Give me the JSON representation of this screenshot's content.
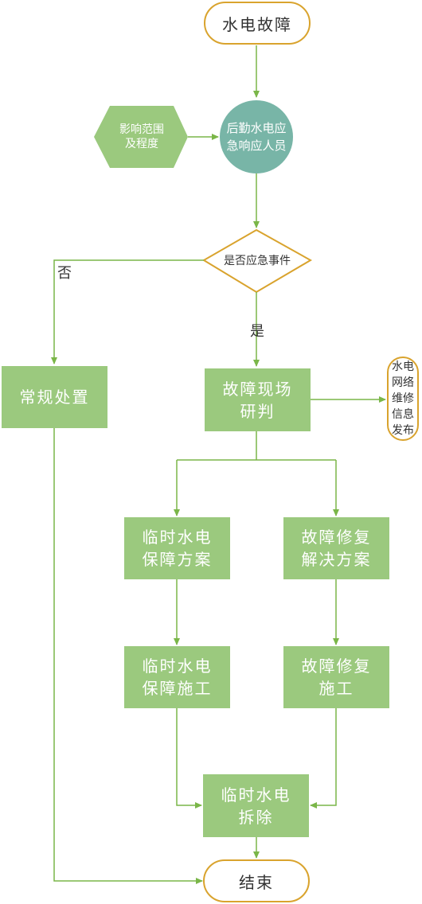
{
  "nodes": {
    "start": "水电故障",
    "scope": "影响范围及程度",
    "responders": "后勤水电应急响应人员",
    "decision": "是否应急事件",
    "routine": "常规处置",
    "assess": "故障现场研判",
    "publish": "水电网络维修信息发布",
    "temp_plan": "临时水电保障方案",
    "repair_plan": "故障修复解决方案",
    "temp_build": "临时水电保障施工",
    "repair_build": "故障修复施工",
    "remove": "临时水电拆除",
    "end": "结束"
  },
  "labels": {
    "no": "否",
    "yes": "是"
  },
  "colors": {
    "line": "#7ab648",
    "box": "#9bc97e",
    "terminal_border": "#d9a32d",
    "circle": "#78b5a7"
  }
}
